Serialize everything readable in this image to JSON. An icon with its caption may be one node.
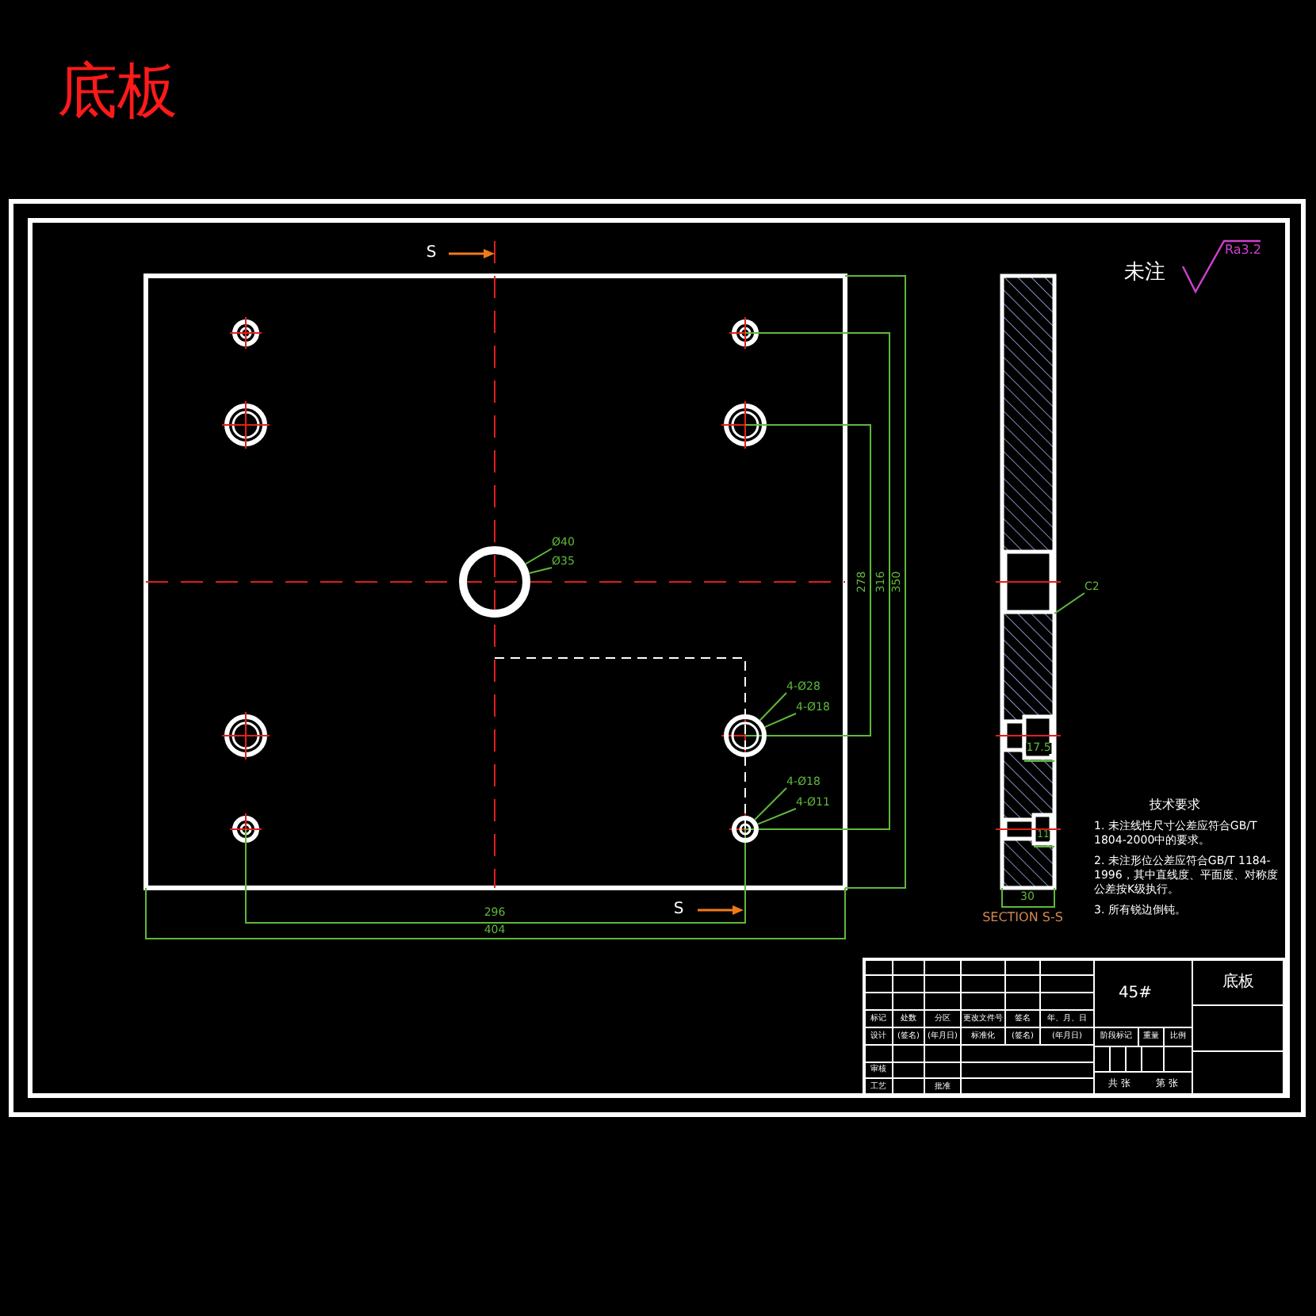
{
  "diagram": {
    "title": "底板",
    "nodes": [
      {
        "text": [
          "Ø40"
        ]
      },
      {
        "text": [
          "Ø35"
        ]
      },
      {
        "text": [
          "4-Ø28"
        ]
      },
      {
        "text": [
          "4-Ø18"
        ]
      },
      {
        "text": [
          "4-Ø18"
        ]
      },
      {
        "text": [
          "4-Ø11"
        ]
      },
      {
        "text": [
          "C2"
        ]
      },
      {
        "text": [],
        "shape": "circle"
      },
      {
        "text": [],
        "shape": "circle"
      },
      {
        "text": [],
        "shape": "circle"
      }
    ],
    "edges": [
      {
        "from": 0,
        "to": 7,
        "arrow": "none"
      },
      {
        "from": 1,
        "to": 7,
        "arrow": "none"
      },
      {
        "from": 2,
        "to": 8,
        "arrow": "none"
      },
      {
        "from": 3,
        "to": 8,
        "arrow": "none"
      },
      {
        "from": 4,
        "to": 9,
        "arrow": "none"
      },
      {
        "from": 5,
        "to": 9,
        "arrow": "none"
      },
      {
        "from": 6,
        "to": null,
        "arrow": "none"
      }
    ],
    "labels": [
      "S",
      "S",
      "278",
      "316",
      "350",
      "296",
      "404",
      "17.5",
      "11",
      "30",
      "SECTION S-S",
      "未注",
      "Ra3.2",
      "技术要求",
      "1. 未注线性尺寸公差应符合GB/T 1804-2000中的要求。",
      "2. 未注形位公差应符合GB/T 1184-1996，其中直线度、平面度、对称度公差按K级执行。",
      "3. 所有锐边倒钝。",
      "标记",
      "处数",
      "分区",
      "更改文件号",
      "签名",
      "年、月、日",
      "设计",
      "(签名)",
      "(年月日)",
      "标准化",
      "(签名)",
      "(年月日)",
      "审核",
      "工艺",
      "批准",
      "45#",
      "底板",
      "阶段标记",
      "重量",
      "比例",
      "共 张",
      "第 张"
    ]
  }
}
